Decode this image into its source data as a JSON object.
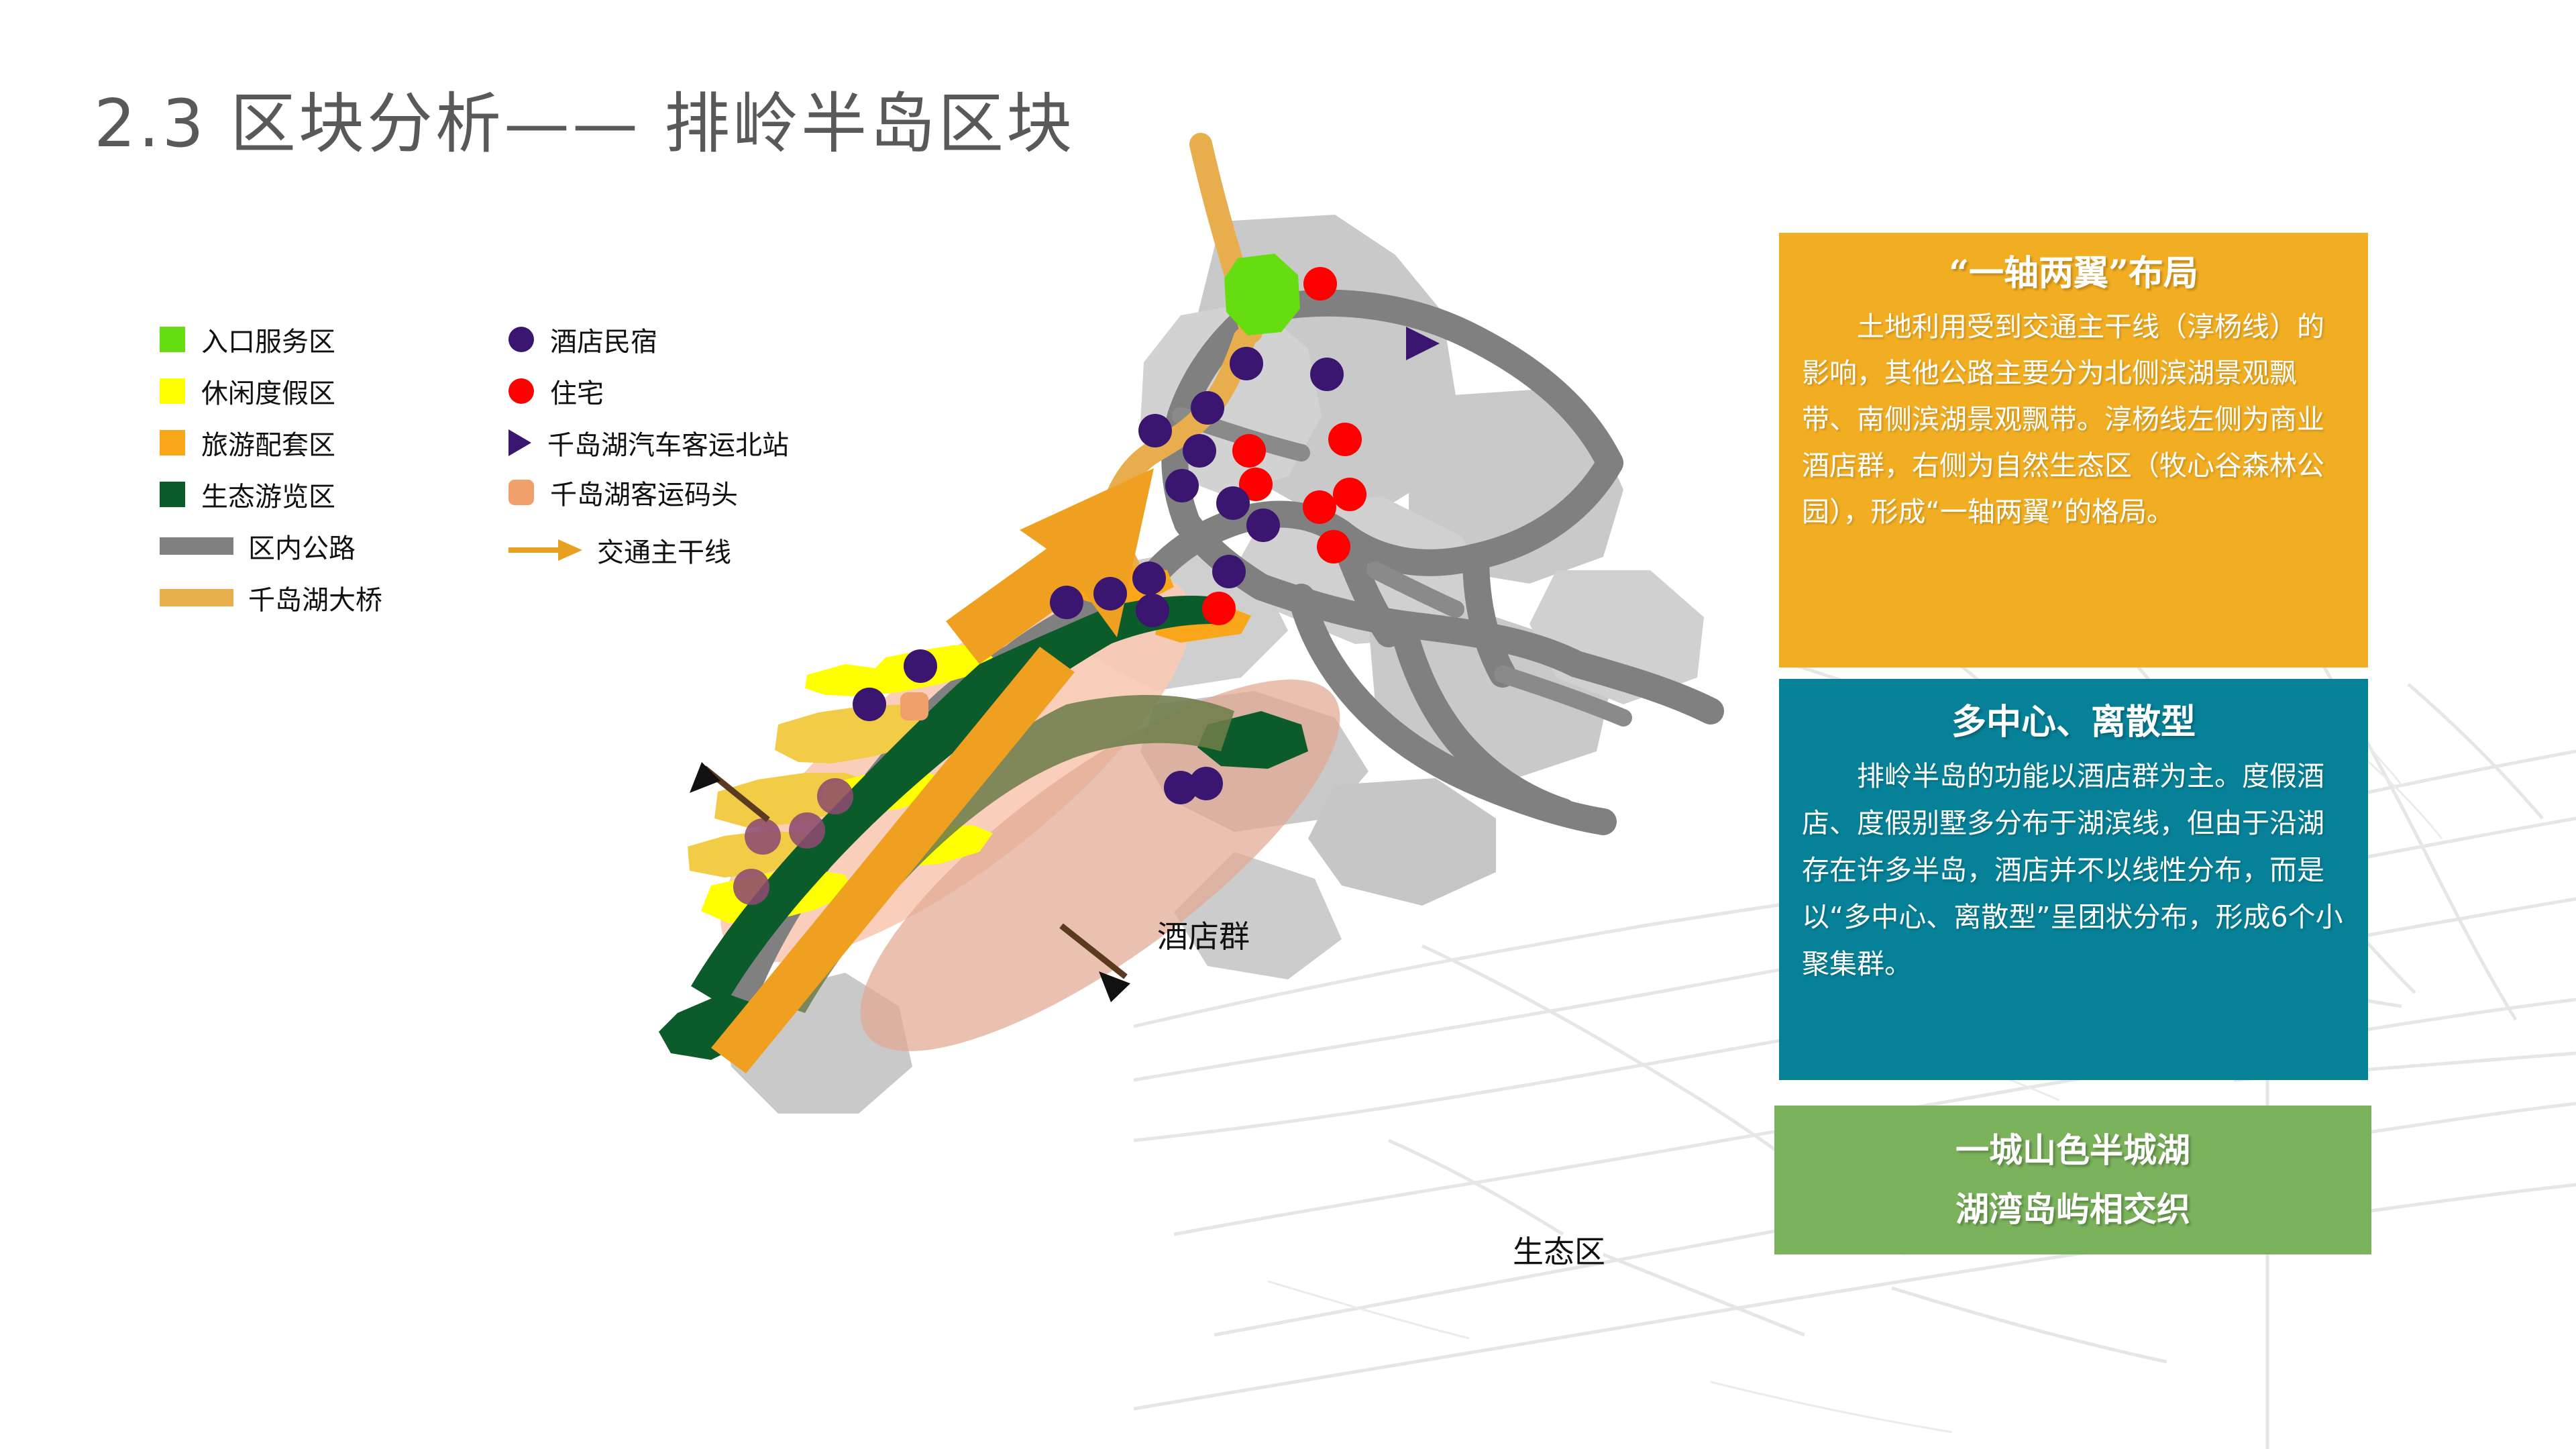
{
  "slide": {
    "title": "2.3 区块分析—— 排岭半岛区块",
    "title_color": "#595959",
    "background_color": "#ffffff"
  },
  "legend": {
    "left_column": [
      {
        "label": "入口服务区",
        "swatch": "square",
        "color": "#66DD11",
        "icon": "green-square-icon"
      },
      {
        "label": "休闲度假区",
        "swatch": "square",
        "color": "#FFFF00",
        "icon": "yellow-square-icon"
      },
      {
        "label": "旅游配套区",
        "swatch": "square",
        "color": "#FAA61A",
        "icon": "orange-square-icon"
      },
      {
        "label": "生态游览区",
        "swatch": "square",
        "color": "#0B5B2B",
        "icon": "dark-green-square-icon"
      },
      {
        "label": "区内公路",
        "swatch": "bar",
        "color": "#808080",
        "icon": "gray-bar-icon"
      },
      {
        "label": "千岛湖大桥",
        "swatch": "bar",
        "color": "#E8AE4E",
        "icon": "orange-bar-icon"
      }
    ],
    "right_column": [
      {
        "label": "酒店民宿",
        "swatch": "dot",
        "color": "#3B1670",
        "icon": "purple-dot-icon"
      },
      {
        "label": "住宅",
        "swatch": "dot",
        "color": "#FF0000",
        "icon": "red-dot-icon"
      },
      {
        "label": "千岛湖汽车客运北站",
        "swatch": "triangle",
        "color": "#3B1670",
        "icon": "purple-triangle-icon"
      },
      {
        "label": "千岛湖客运码头",
        "swatch": "rounded",
        "color": "#F0A06A",
        "icon": "peach-rounded-square-icon"
      },
      {
        "label": "交通主干线",
        "swatch": "arrow",
        "color": "#E8A020",
        "icon": "orange-arrow-icon"
      }
    ]
  },
  "map": {
    "annotations": [
      {
        "text": "酒店群",
        "name": "hotel-cluster-label"
      },
      {
        "text": "生态区",
        "name": "eco-zone-label"
      }
    ],
    "colors": {
      "land_light": "#C9C9C9",
      "land_lighter": "#D9D9D9",
      "road": "#808080",
      "bridge": "#E8AE4E",
      "entrance": "#66DD11",
      "leisure": "#FFFF00",
      "tourism": "#FAA61A",
      "eco": "#0B5B2B",
      "hotel_dot": "#3B1670",
      "residence_dot": "#FF0000",
      "pier": "#F0A06A",
      "main_arrow": "#F0A020",
      "ellipse_hotel": "#F8CBB6",
      "ellipse_eco": "#E2A993"
    },
    "marker_counts": {
      "hotel": 20,
      "residence": 8,
      "bus_station": 1,
      "pier": 1
    }
  },
  "panels": [
    {
      "id": "panel-axis",
      "name": "axis-two-wings-panel",
      "bg_color": "#F2AE23",
      "title": "“一轴两翼”布局",
      "body": "土地利用受到交通主干线（淳杨线）的影响，其他公路主要分为北侧滨湖景观飘带、南侧滨湖景观飘带。淳杨线左侧为商业酒店群，右侧为自然生态区（牧心谷森林公园），形成“一轴两翼”的格局。"
    },
    {
      "id": "panel-multi",
      "name": "multi-center-panel",
      "bg_color": "#078198",
      "title": "多中心、离散型",
      "body": "排岭半岛的功能以酒店群为主。度假酒店、度假别墅多分布于湖滨线，但由于沿湖存在许多半岛，酒店并不以线性分布，而是以“多中心、离散型”呈团状分布，形成6个小聚集群。"
    },
    {
      "id": "panel-slogan",
      "name": "slogan-panel",
      "bg_color": "#7BB25C",
      "lines": [
        "一城山色半城湖",
        "湖湾岛屿相交织"
      ]
    }
  ]
}
